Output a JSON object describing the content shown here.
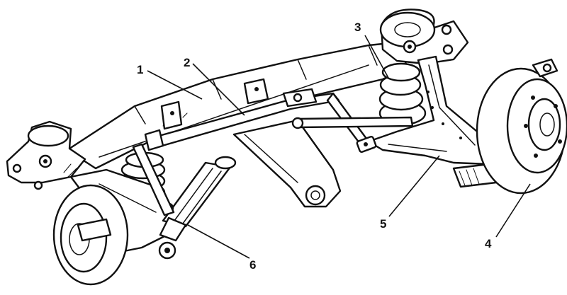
{
  "diagram": {
    "callouts": [
      {
        "id": "1",
        "label": "1"
      },
      {
        "id": "2",
        "label": "2"
      },
      {
        "id": "3",
        "label": "3"
      },
      {
        "id": "4",
        "label": "4"
      },
      {
        "id": "5",
        "label": "5"
      },
      {
        "id": "6",
        "label": "6"
      }
    ]
  },
  "colors": {
    "ink": "#111111",
    "paper": "#ffffff"
  }
}
